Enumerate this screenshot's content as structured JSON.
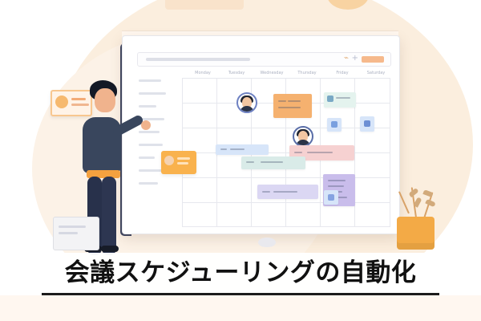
{
  "title": "会議スケジューリングの自動化",
  "calendar": {
    "days": [
      "Monday",
      "Tuesday",
      "Wednesday",
      "Thursday",
      "Friday",
      "Saturday"
    ],
    "toolbar_icons": [
      "calendar-icon",
      "add-icon"
    ]
  },
  "colors": {
    "accent_orange": "#f5b16f",
    "accent_blue": "#d7e5f9",
    "accent_purple": "#c9bdeb",
    "dark_navy": "#3d4561"
  }
}
